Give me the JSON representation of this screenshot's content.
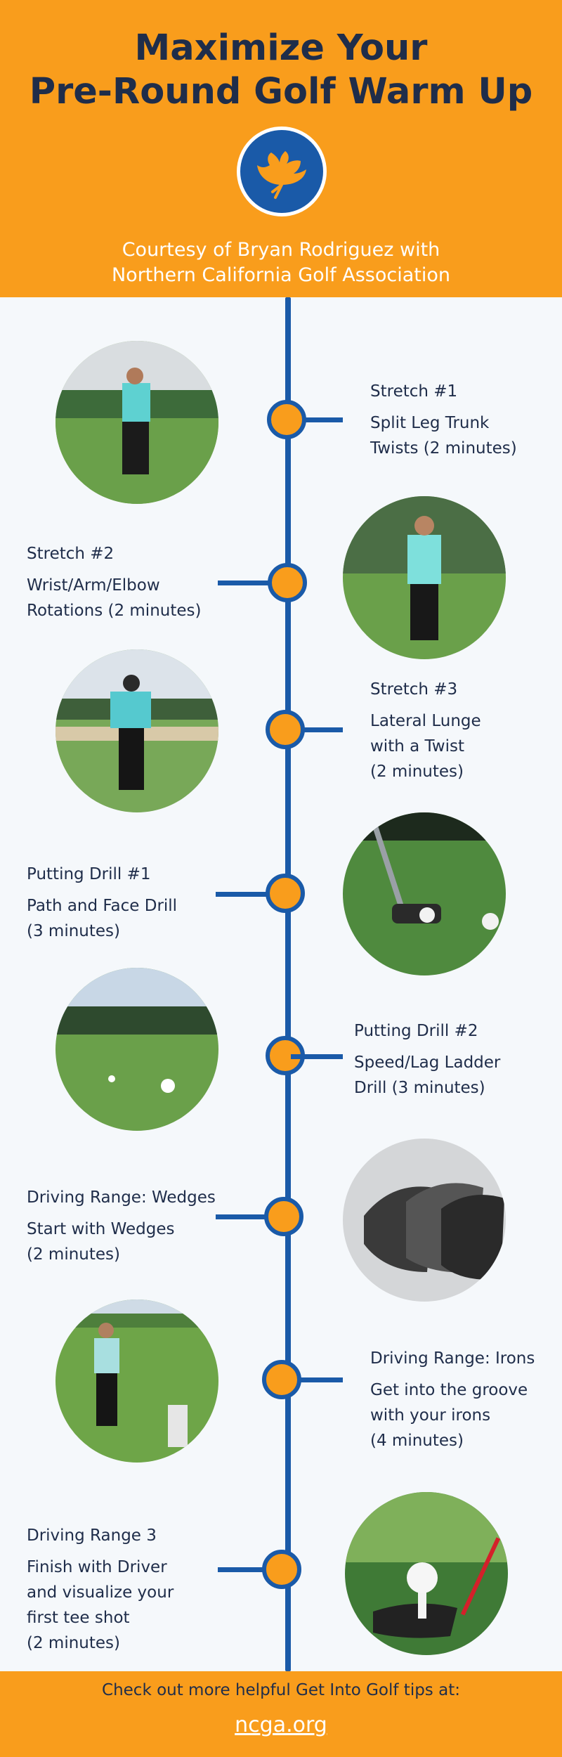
{
  "header": {
    "title_line1": "Maximize Your",
    "title_line2": "Pre-Round Golf Warm Up",
    "subtitle_line1": "Courtesy of Bryan Rodriguez with",
    "subtitle_line2": "Northern California Golf Association",
    "background_color": "#f99d1c",
    "logo_color": "#1a5aa8"
  },
  "steps": [
    {
      "title": "Stretch #1",
      "desc": [
        "Split Leg Trunk",
        "Twists (2 minutes)"
      ]
    },
    {
      "title": "Stretch #2",
      "desc": [
        "Wrist/Arm/Elbow",
        "Rotations (2 minutes)"
      ]
    },
    {
      "title": "Stretch #3",
      "desc": [
        "Lateral Lunge",
        "with a Twist",
        "(2 minutes)"
      ]
    },
    {
      "title": "Putting Drill #1",
      "desc": [
        "Path and Face Drill",
        "(3 minutes)"
      ]
    },
    {
      "title": "Putting Drill #2",
      "desc": [
        "Speed/Lag Ladder",
        "Drill (3 minutes)"
      ]
    },
    {
      "title": "Driving Range: Wedges",
      "desc": [
        "Start with Wedges",
        "(2 minutes)"
      ]
    },
    {
      "title": "Driving Range: Irons",
      "desc": [
        "Get into the groove",
        "with your irons",
        "(4 minutes)"
      ]
    },
    {
      "title": "Driving Range 3",
      "desc": [
        "Finish with Driver",
        "and visualize your",
        "first tee shot",
        "(2 minutes)"
      ]
    }
  ],
  "footer": {
    "text": "Check out more helpful Get Into Golf tips at:",
    "link": "ncga.org"
  },
  "colors": {
    "accent": "#f99d1c",
    "timeline": "#1a5aa8",
    "text": "#1f2d4a",
    "background": "#f5f8fb"
  }
}
